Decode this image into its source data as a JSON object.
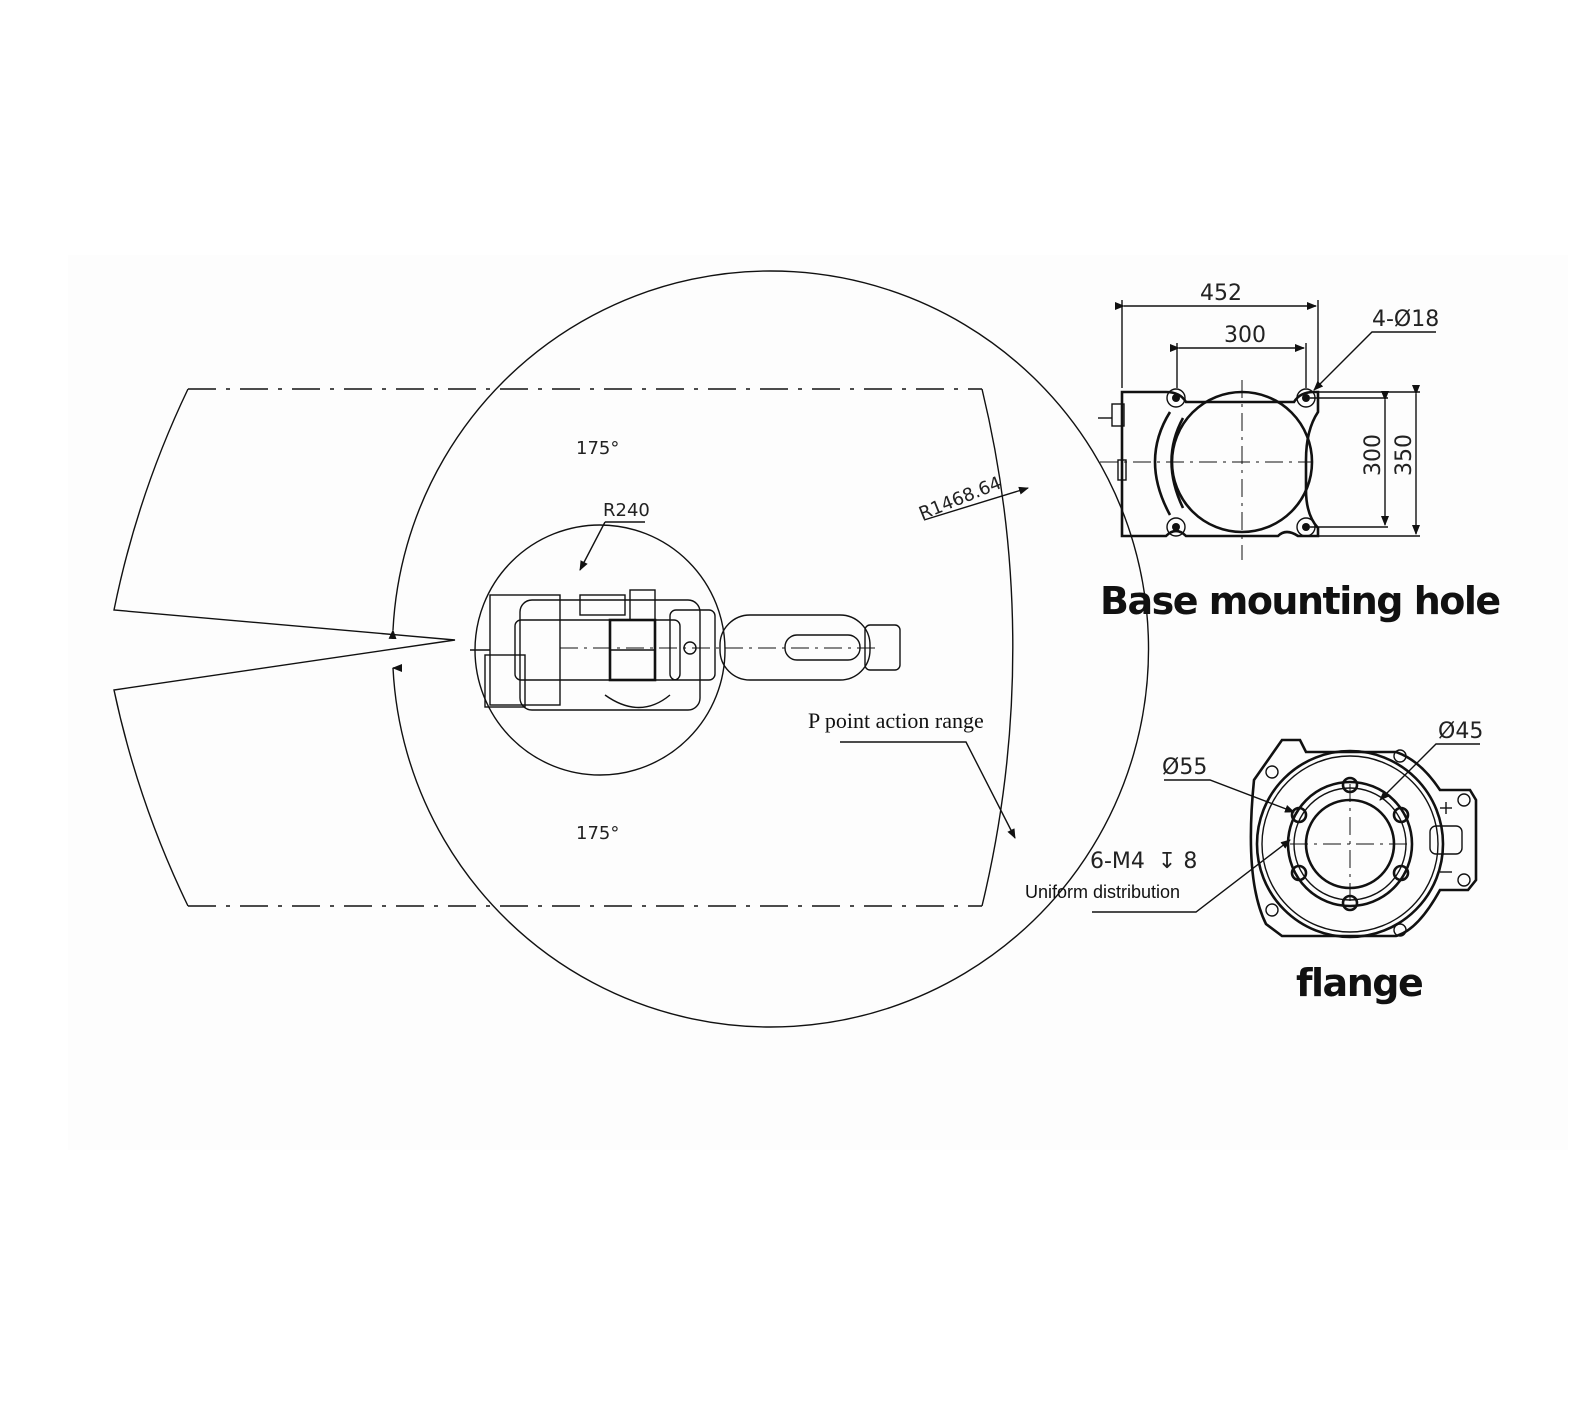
{
  "workspace": {
    "angle_top_label": "175°",
    "angle_bottom_label": "175°",
    "inner_radius_label": "R240",
    "outer_radius_label": "R1468.64",
    "p_point_label": "P point action range"
  },
  "base": {
    "width_outer_label": "452",
    "width_inner_label": "300",
    "hole_label": "4-Ø18",
    "height_inner_label": "300",
    "height_outer_label": "350",
    "caption": "Base mounting hole"
  },
  "flange": {
    "outer_dia_label": "Ø45",
    "inner_dia_label": "Ø55",
    "thread_label": "6-M4",
    "depth_label": "8",
    "note": "Uniform distribution",
    "caption": "flange"
  }
}
